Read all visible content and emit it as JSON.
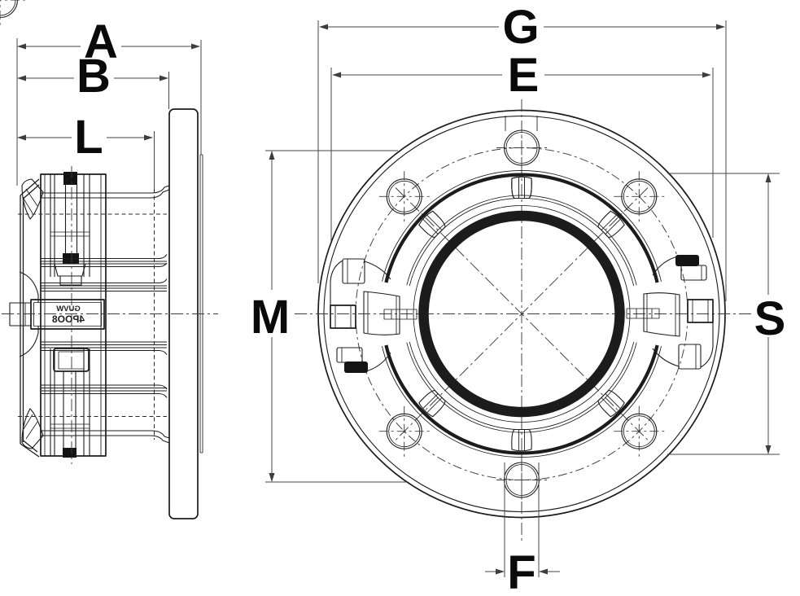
{
  "colors": {
    "background": "#ffffff",
    "drawing_line": "#1c1c1c",
    "dimension_line": "#474747",
    "label_text": "#0a0a0a"
  },
  "labels": {
    "A": "A",
    "B": "B",
    "L": "L",
    "G": "G",
    "E": "E",
    "M": "M",
    "S": "S",
    "F": "F"
  },
  "side_view": {
    "cast_marking": {
      "line1": "GUVW",
      "line2": "4POO8"
    }
  }
}
